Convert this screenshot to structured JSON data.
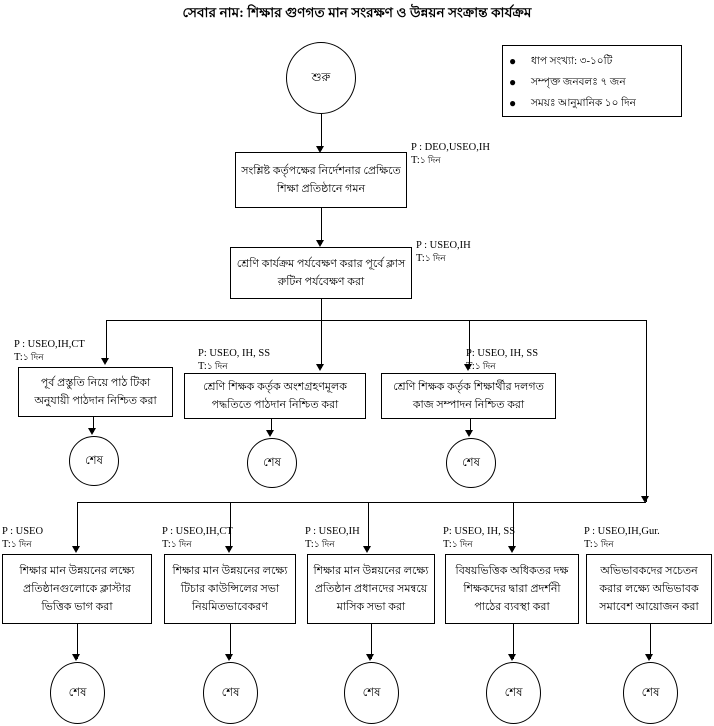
{
  "title": "সেবার নাম: শিক্ষার গুণগত মান সংরক্ষণ ও উন্নয়ন সংক্রান্ত কার্যক্রম",
  "info_box": {
    "bullet": "●",
    "items": [
      "ধাপ সংখ্যা: ৩-১০টি",
      "সম্পৃক্ত জনবলঃ ৭ জন",
      "সময়ঃ আনুমানিক ১০ দিন"
    ]
  },
  "start": {
    "label": "শুরু"
  },
  "steps": [
    {
      "id": "step1",
      "text": "সংশ্লিষ্ট কর্তৃপক্ষের নির্দেশনার প্রেক্ষিতে শিক্ষা প্রতিষ্ঠানে গমন",
      "p": "P : DEO,USEO,IH",
      "t_prefix": "T:",
      "t_value": "১ দিন"
    },
    {
      "id": "step2",
      "text": "শ্রেণি কার্যক্রম পর্যবেক্ষণ করার পূর্বে ক্লাস রুটিন পর্যবেক্ষণ করা",
      "p": "P : USEO,IH",
      "t_prefix": "T:",
      "t_value": "১ দিন"
    },
    {
      "id": "step3",
      "text": "পূর্ব প্রস্তুতি নিয়ে পাঠ টিকা অনুযায়ী পাঠদান নিশ্চিত করা",
      "p": "P : USEO,IH,CT",
      "t_prefix": "T:",
      "t_value": "১ দিন"
    },
    {
      "id": "step4",
      "text": "শ্রেণি শিক্ষক কর্তৃক অংশগ্রহণমূলক পদ্ধতিতে পাঠদান নিশ্চিত করা",
      "p": "P:  USEO, IH, SS",
      "t_prefix": "T:",
      "t_value": "১ দিন"
    },
    {
      "id": "step5",
      "text": "শ্রেণি শিক্ষক কর্তৃক শিক্ষার্থীর দলগত কাজ সম্পাদন নিশ্চিত করা",
      "p": "P:  USEO, IH, SS",
      "t_prefix": "T:",
      "t_value": "১ দিন"
    },
    {
      "id": "step6",
      "text": "শিক্ষার মান উন্নয়নের লক্ষ্যে প্রতিষ্ঠানগুলোকে ক্লাস্টার ভিত্তিক ভাগ করা",
      "p": "P : USEO",
      "t_prefix": "T:",
      "t_value": "১ দিন"
    },
    {
      "id": "step7",
      "text": "শিক্ষার মান উন্নয়নের লক্ষ্যে টিচার কাউন্সিলের সভা নিয়মিতভাবেকরণ",
      "p": "P : USEO,IH,CT",
      "t_prefix": "T:",
      "t_value": "১ দিন"
    },
    {
      "id": "step8",
      "text": "শিক্ষার মান উন্নয়নের লক্ষ্যে প্রতিষ্ঠান প্রধানদের সমন্বয়ে মাসিক সভা করা",
      "p": "P : USEO,IH",
      "t_prefix": "T:",
      "t_value": "১ দিন"
    },
    {
      "id": "step9",
      "text": "বিষয়ভিত্তিক অধিকতর দক্ষ শিক্ষকদের দ্বারা প্রদর্শনী পাঠের ব্যবস্থা করা",
      "p": "P:  USEO, IH, SS",
      "t_prefix": "T:",
      "t_value": "১ দিন"
    },
    {
      "id": "step10",
      "text": "অভিভাবকদের সচেতন করার লক্ষ্যে অভিভাবক সমাবেশ আয়োজন করা",
      "p": "P : USEO,IH,Gur.",
      "t_prefix": "T:",
      "t_value": "১ দিন"
    }
  ],
  "ends": [
    {
      "id": "end1",
      "label": "শেষ"
    },
    {
      "id": "end2",
      "label": "শেষ"
    },
    {
      "id": "end3",
      "label": "শেষ"
    },
    {
      "id": "end4",
      "label": "শেষ"
    },
    {
      "id": "end5",
      "label": "শেষ"
    },
    {
      "id": "end6",
      "label": "শেষ"
    },
    {
      "id": "end7",
      "label": "শেষ"
    },
    {
      "id": "end8",
      "label": "শেষ"
    }
  ],
  "colors": {
    "stroke": "#000000",
    "background": "#ffffff"
  }
}
